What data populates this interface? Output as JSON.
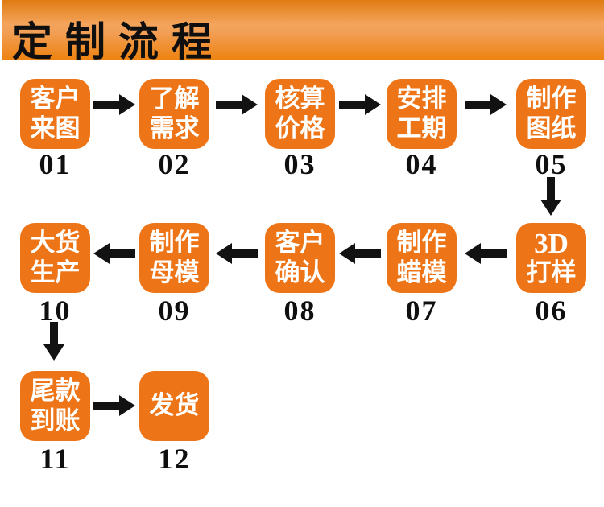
{
  "header": {
    "title": "定制流程"
  },
  "theme": {
    "accent": "#ee7517",
    "arrow": "#121212",
    "ink": "#0f0f0f",
    "hdr-top": "#df7b12",
    "hdr-mid": "#f4a45c",
    "hdr-mid2": "#f2a058",
    "hdr-bot": "#ed820e"
  },
  "flow": {
    "steps": [
      {
        "num": "01",
        "line1": "客户",
        "line2": "来图"
      },
      {
        "num": "02",
        "line1": "了解",
        "line2": "需求"
      },
      {
        "num": "03",
        "line1": "核算",
        "line2": "价格"
      },
      {
        "num": "04",
        "line1": "安排",
        "line2": "工期"
      },
      {
        "num": "05",
        "line1": "制作",
        "line2": "图纸"
      },
      {
        "num": "06",
        "line1": "3D",
        "line2": "打样"
      },
      {
        "num": "07",
        "line1": "制作",
        "line2": "蜡模"
      },
      {
        "num": "08",
        "line1": "客户",
        "line2": "确认"
      },
      {
        "num": "09",
        "line1": "制作",
        "line2": "母模"
      },
      {
        "num": "10",
        "line1": "大货",
        "line2": "生产"
      },
      {
        "num": "11",
        "line1": "尾款",
        "line2": "到账"
      },
      {
        "num": "12",
        "line1": "发货",
        "line2": ""
      }
    ]
  }
}
